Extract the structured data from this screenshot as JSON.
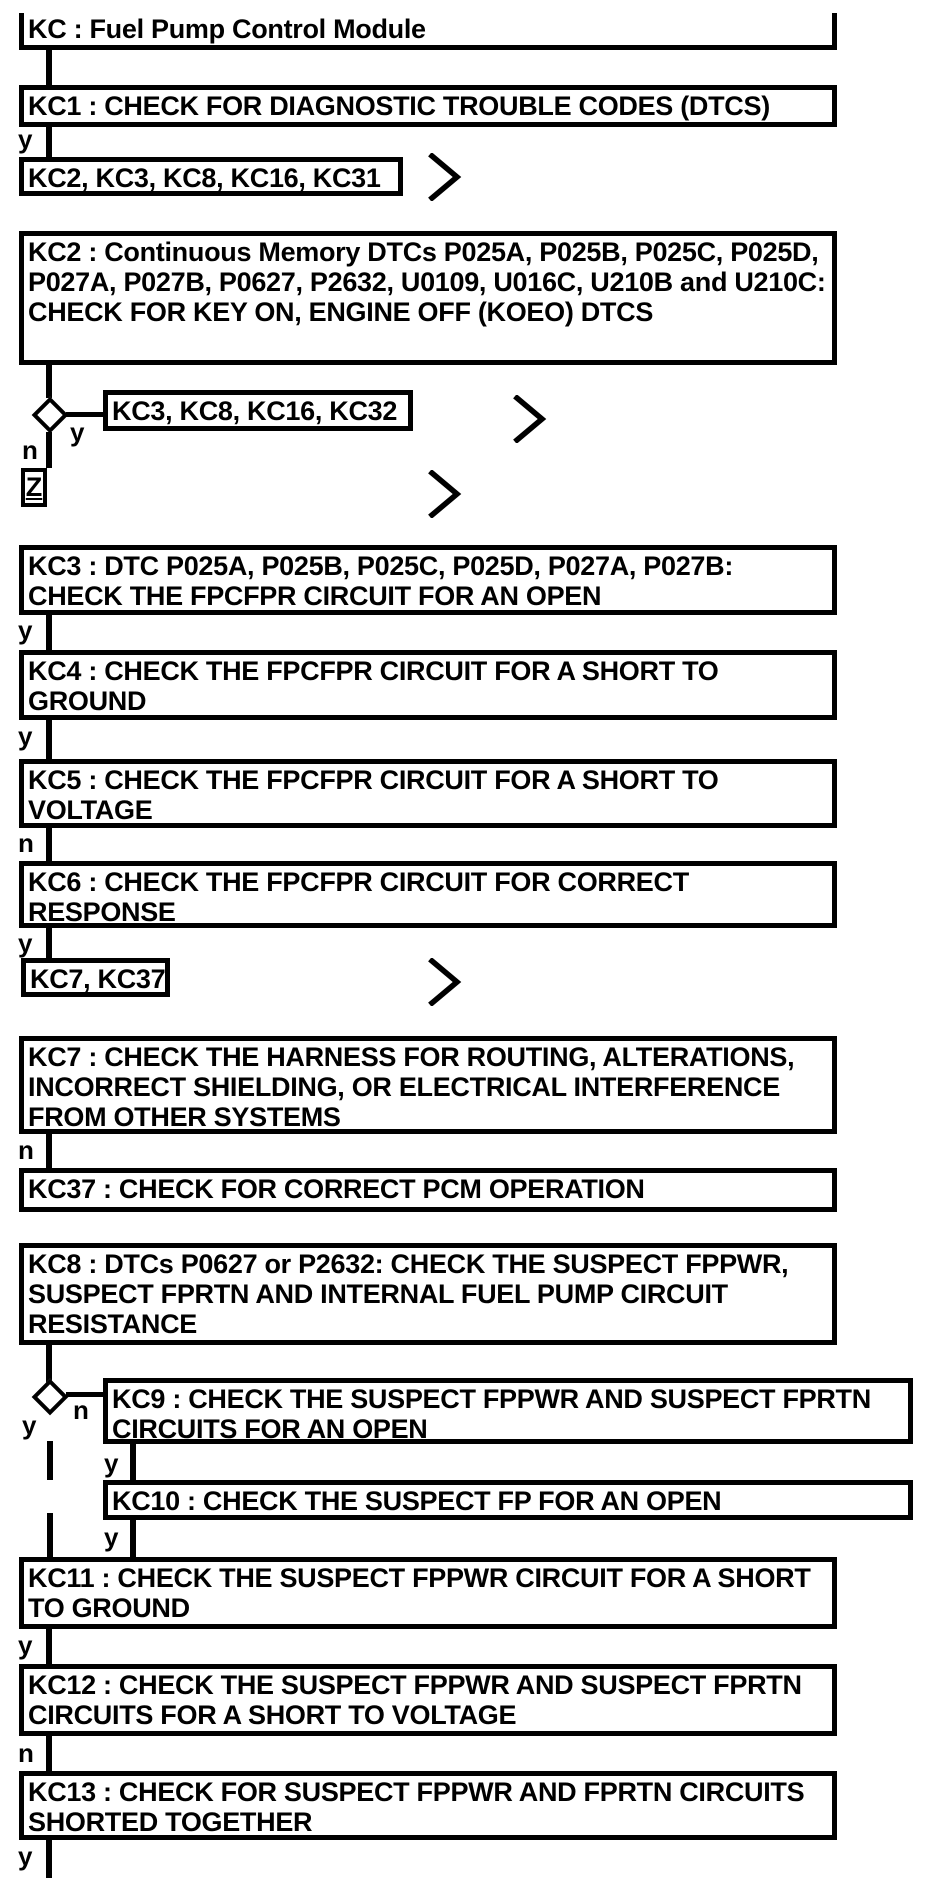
{
  "title": "KC : Fuel Pump Control Module",
  "branch_labels": {
    "yes": "y",
    "no": "n"
  },
  "offpage": {
    "z": "Z"
  },
  "nodes": {
    "kc1": "KC1 : CHECK FOR DIAGNOSTIC TROUBLE CODES (DTCS)",
    "kc2": "KC2 : Continuous Memory DTCs P025A, P025B, P025C, P025D, P027A, P027B, P0627, P2632, U0109, U016C, U210B and U210C: CHECK FOR KEY ON, ENGINE OFF (KOEO) DTCS",
    "kc3": "KC3 : DTC P025A, P025B, P025C, P025D, P027A, P027B: CHECK THE FPCFPR CIRCUIT FOR AN OPEN",
    "kc4": "KC4 : CHECK THE FPCFPR CIRCUIT FOR A SHORT TO GROUND",
    "kc5": "KC5 : CHECK THE FPCFPR CIRCUIT FOR A SHORT TO VOLTAGE",
    "kc6": "KC6 : CHECK THE FPCFPR CIRCUIT FOR CORRECT RESPONSE",
    "kc7": "KC7 : CHECK THE HARNESS FOR ROUTING, ALTERATIONS, INCORRECT SHIELDING, OR ELECTRICAL INTERFERENCE FROM OTHER SYSTEMS",
    "kc37": "KC37 : CHECK FOR CORRECT PCM OPERATION",
    "kc8": "KC8 : DTCs P0627 or P2632: CHECK THE SUSPECT FPPWR, SUSPECT FPRTN AND INTERNAL FUEL PUMP CIRCUIT RESISTANCE",
    "kc9": "KC9 : CHECK THE SUSPECT FPPWR AND SUSPECT FPRTN CIRCUITS FOR AN OPEN",
    "kc10": "KC10 : CHECK THE SUSPECT FP FOR AN OPEN",
    "kc11": "KC11 : CHECK THE SUSPECT FPPWR CIRCUIT FOR A SHORT TO GROUND",
    "kc12": "KC12 : CHECK THE SUSPECT FPPWR AND SUSPECT FPRTN CIRCUITS FOR A SHORT TO VOLTAGE",
    "kc13": "KC13 : CHECK FOR SUSPECT FPPWR AND FPRTN CIRCUITS SHORTED TOGETHER"
  },
  "refs": {
    "r1": "KC2, KC3, KC8, KC16, KC31",
    "r2": "KC3, KC8, KC16, KC32",
    "r3": "KC7, KC37"
  }
}
